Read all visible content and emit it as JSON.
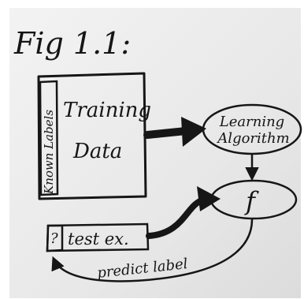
{
  "figure": {
    "title": "Fig 1.1:",
    "training_box": {
      "side_label": "Known Labels",
      "line1": "Training",
      "line2": "Data"
    },
    "algorithm_node": {
      "line1": "Learning",
      "line2": "Algorithm"
    },
    "model_node": {
      "label": "f"
    },
    "test_box": {
      "unknown_marker": "?",
      "label": "test ex."
    },
    "feedback_arrow": {
      "label": "predict label"
    }
  },
  "colors": {
    "paper": "#ececec",
    "ink": "#161616"
  }
}
